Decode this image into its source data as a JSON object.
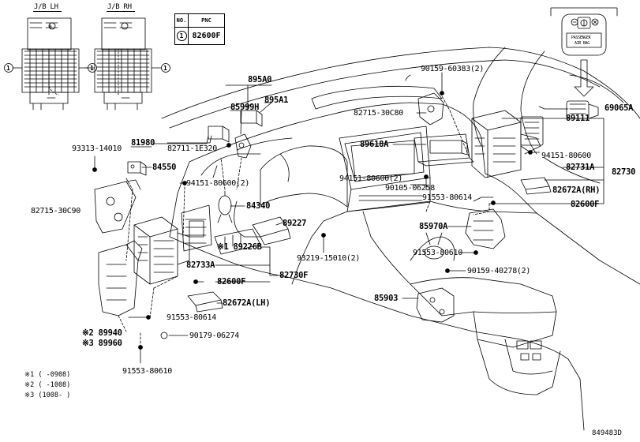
{
  "jb_left_title": "J/B LH",
  "jb_right_title": "J/B RH",
  "callout_number": "1",
  "pnc_table": {
    "col_no": "NO.",
    "col_pnc": "PNC",
    "row_no": "1",
    "row_pnc": "82600F"
  },
  "passenger_airbag_text": [
    "PASSENGER",
    "AIR BAG"
  ],
  "labels": {
    "p895A0": "895A0",
    "p895A1": "895A1",
    "p85999H": "85999H",
    "p81980": "81980",
    "p82711_1E320": "82711-1E320",
    "p93313_14010": "93313-14010",
    "p84550": "84550",
    "p82715_30C90": "82715-30C90",
    "p94151_80600_2a": "94151-80600(2)",
    "p84340": "84340",
    "p89227": "89227",
    "p89226B": "※1 89226B",
    "p93219_15010": "93219-15010(2)",
    "p82733A": "82733A",
    "p82600F": "82600F",
    "p82730F": "82730F",
    "p82672A_LH": "82672A(LH)",
    "p91553_80614a": "91553-80614",
    "p90179_06274": "90179-06274",
    "p89940": "※2 89940",
    "p89960": "※3 89960",
    "p91553_80610a": "91553-80610",
    "p90159_60383": "90159-60383(2)",
    "p82715_30C80": "82715-30C80",
    "p69065A": "69065A",
    "p89618A": "89618A",
    "p89111": "89111",
    "p94151_80600b": "94151-80600",
    "p82731A": "82731A",
    "p82730": "82730",
    "p94151_80600_2b": "94151-80600(2)",
    "p90105_06258": "90105-06258",
    "p91553_80614b": "91553-80614",
    "p82672A_RH": "82672A(RH)",
    "p82600F_b": "82600F",
    "p85970A": "85970A",
    "p91553_80610b": "91553-80610",
    "p90159_40278": "90159-40278(2)",
    "p85903": "85903"
  },
  "footnotes": {
    "f1": "※1 (     -0908)",
    "f2": "※2 (     -1008)",
    "f3": "※3 (1008-     )"
  },
  "diagram_code": "849483D"
}
